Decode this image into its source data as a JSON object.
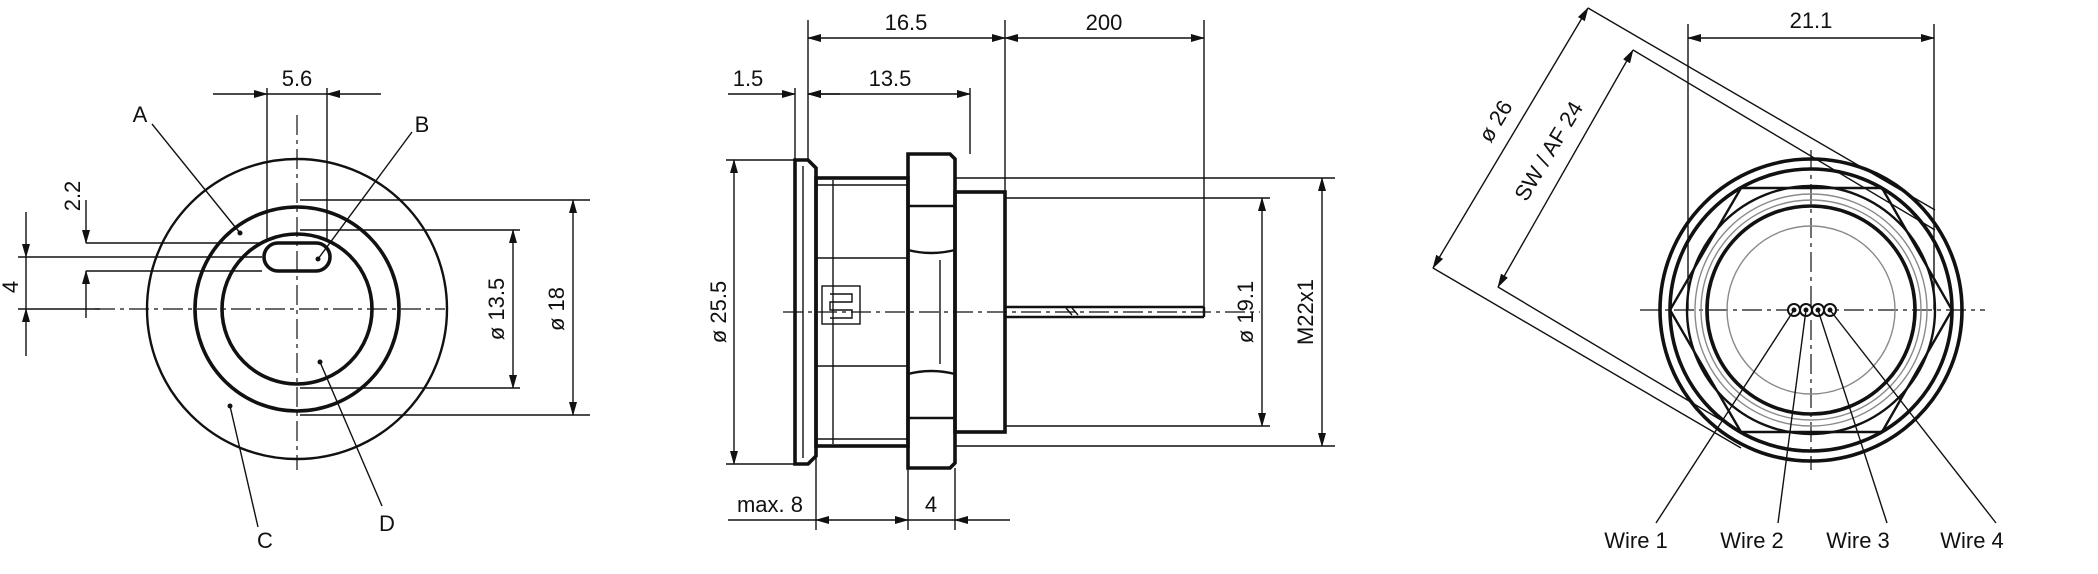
{
  "views": {
    "front": {
      "labels": {
        "a": "A",
        "b": "B",
        "c": "C",
        "d": "D"
      },
      "dims": {
        "slot_width": "5.6",
        "slot_height": "2.2",
        "offset": "4",
        "inner_dia": "ø 13.5",
        "outer_dia": "ø 18"
      }
    },
    "side": {
      "dims": {
        "length_total": "16.5",
        "cable_length": "200",
        "flange": "1.5",
        "thread_length": "13.5",
        "flange_dia": "ø 25.5",
        "body_dia": "ø 19.1",
        "thread": "M22x1",
        "max_panel": "max. 8",
        "nut": "4"
      }
    },
    "rear": {
      "dims": {
        "nut_dia": "ø 26",
        "across_flats": "SW / AF 24",
        "width": "21.1"
      },
      "wires": [
        "Wire 1",
        "Wire 2",
        "Wire 3",
        "Wire 4"
      ]
    }
  }
}
